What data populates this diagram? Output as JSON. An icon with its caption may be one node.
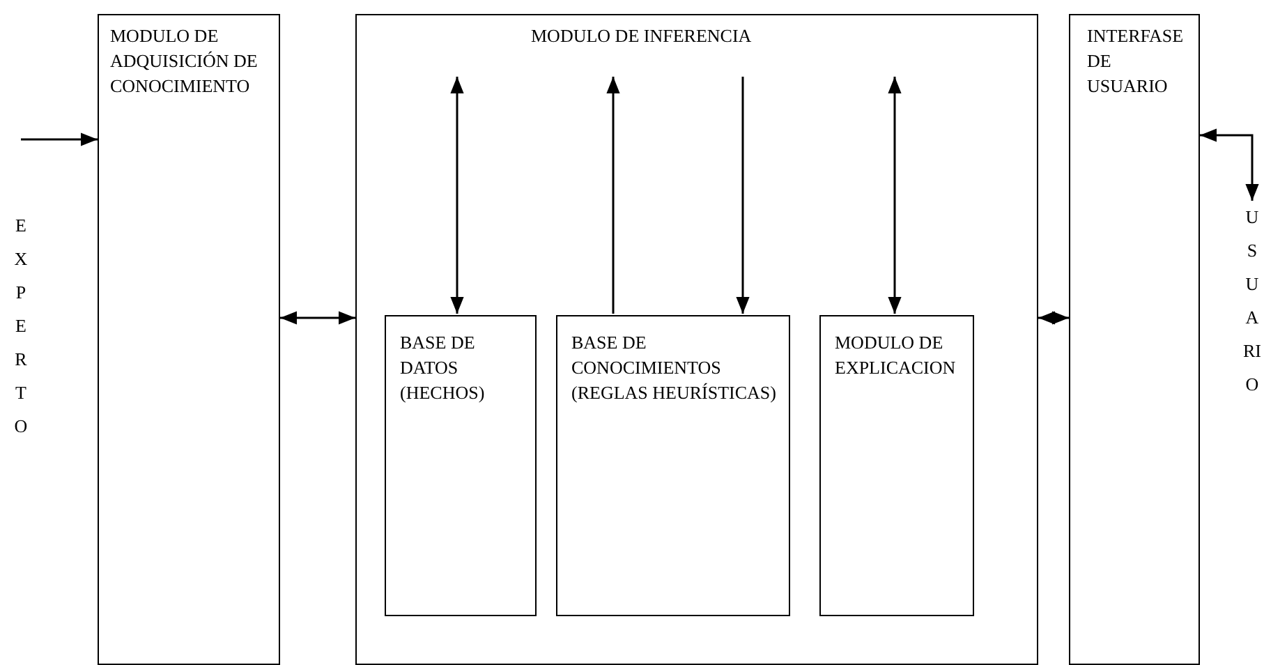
{
  "diagram": {
    "nodes": [
      {
        "text": [
          "EXPERTO"
        ]
      },
      {
        "text": [
          "MODULO DE ADQUISICIÓN DE CONOCIMIENTO"
        ]
      },
      {
        "text": [
          "MODULO DE INFERENCIA"
        ]
      },
      {
        "text": [
          "BASE DE DATOS (HECHOS)"
        ],
        "in": 2
      },
      {
        "text": [
          "BASE DE CONOCIMIENTOS (REGLAS HEURÍSTICAS)"
        ],
        "in": 2
      },
      {
        "text": [
          "MODULO DE EXPLICACION"
        ],
        "in": 2
      },
      {
        "text": [
          "INTERFASE DE USUARIO"
        ]
      },
      {
        "text": [
          "USUARIO"
        ]
      }
    ],
    "edges": [
      {
        "from": 0,
        "to": 1,
        "arrow": "to"
      },
      {
        "from": 1,
        "to": 2,
        "arrow": "both"
      },
      {
        "from": 2,
        "to": 3,
        "arrow": "both"
      },
      {
        "from": 4,
        "to": 2,
        "arrow": "to"
      },
      {
        "from": 2,
        "to": 4,
        "arrow": "to"
      },
      {
        "from": 2,
        "to": 5,
        "arrow": "both"
      },
      {
        "from": 2,
        "to": 6,
        "arrow": "both"
      },
      {
        "from": 6,
        "to": 7,
        "arrow": "both"
      }
    ]
  }
}
